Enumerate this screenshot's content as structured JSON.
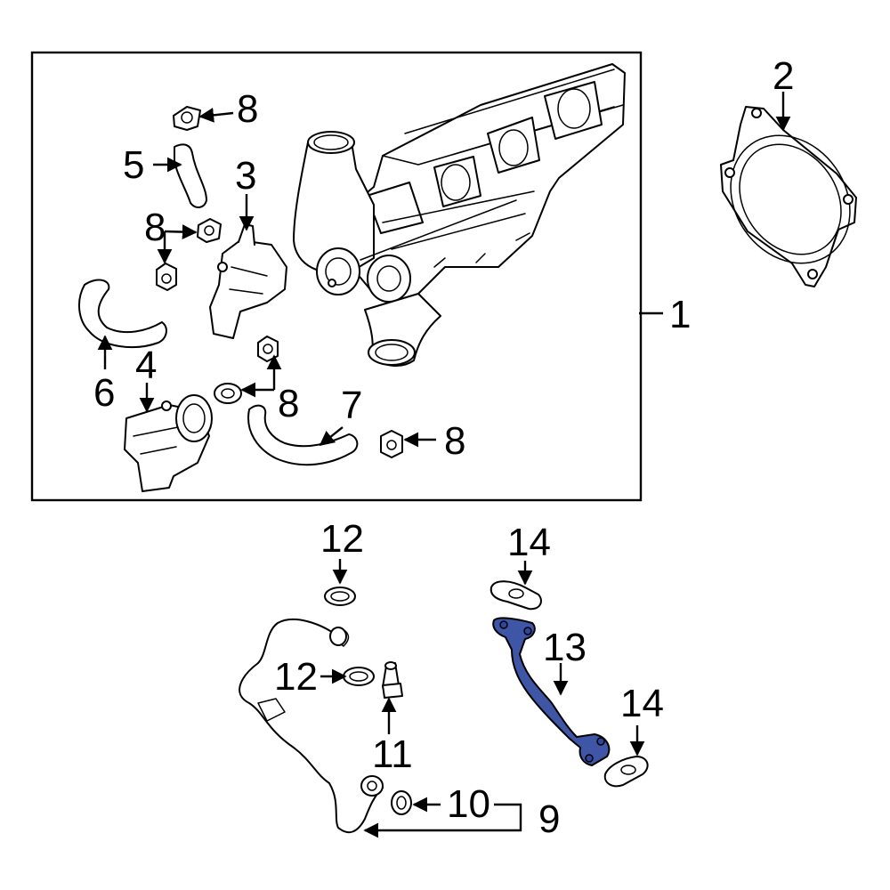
{
  "diagram": {
    "callouts": {
      "c1": "1",
      "c2": "2",
      "c3": "3",
      "c4": "4",
      "c5": "5",
      "c6": "6",
      "c7": "7",
      "c8": "8",
      "c9": "9",
      "c10": "10",
      "c11": "11",
      "c12": "12",
      "c13": "13",
      "c14": "14"
    },
    "highlight_color": "#3f56a6"
  }
}
